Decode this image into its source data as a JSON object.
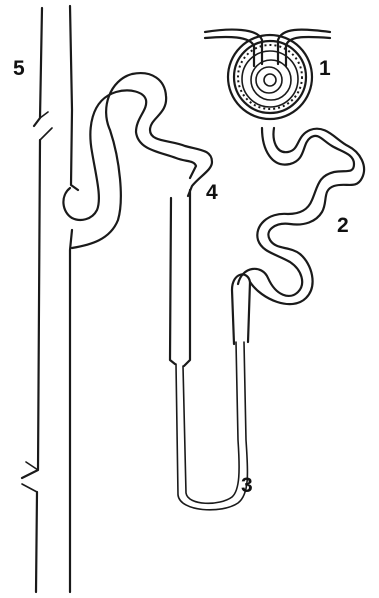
{
  "labels": {
    "one": "1",
    "two": "2",
    "three": "3",
    "four": "4",
    "five": "5"
  },
  "colors": {
    "line": "#1a1a1a",
    "background": "#ffffff"
  }
}
